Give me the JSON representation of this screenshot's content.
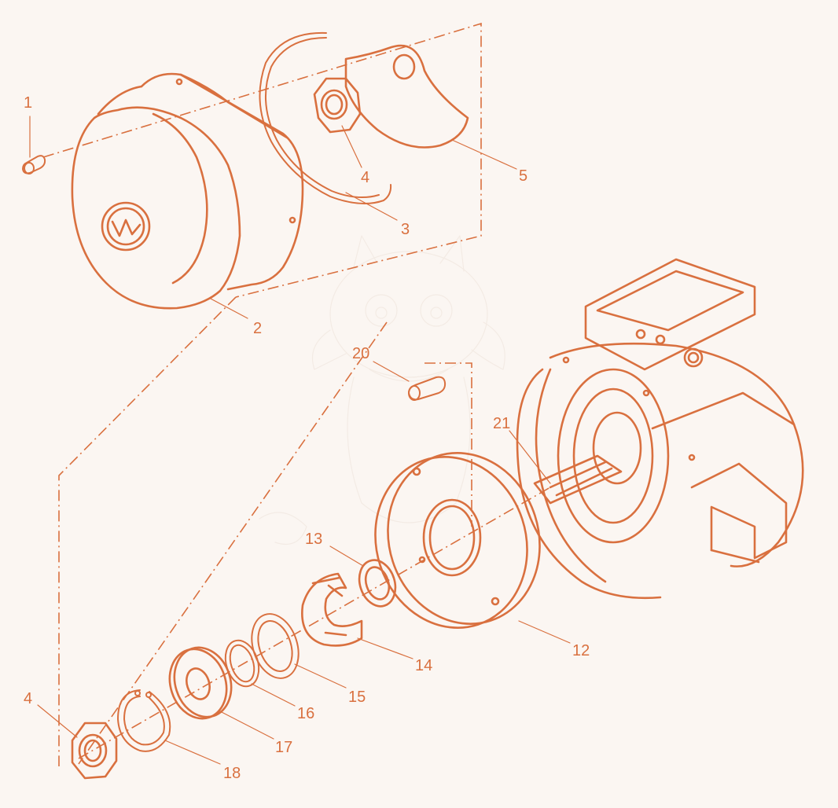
{
  "colors": {
    "background": "#fbf6f2",
    "line": "#d9703f",
    "watermark": "#efe4dc"
  },
  "labels": {
    "l1": "1",
    "l2": "2",
    "l3": "3",
    "l4a": "4",
    "l5": "5",
    "l20": "20",
    "l21": "21",
    "l13": "13",
    "l12": "12",
    "l14": "14",
    "l15": "15",
    "l16": "16",
    "l17": "17",
    "l18": "18",
    "l4b": "4"
  }
}
